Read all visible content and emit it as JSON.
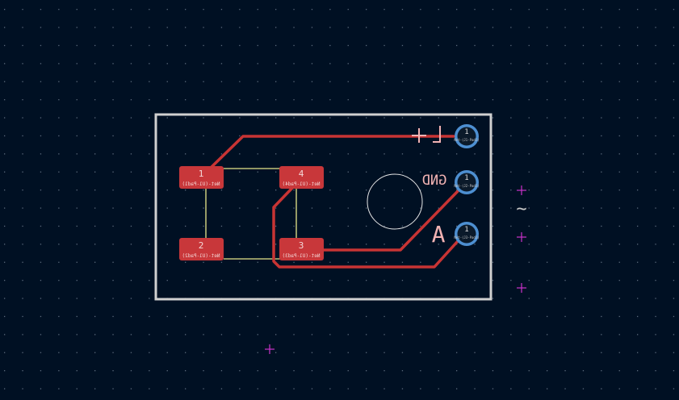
{
  "colors": {
    "background": "#001023",
    "grid_dot": "#5b6a7c",
    "board_outline": "#d0d0d0",
    "pad_fill": "#c8373a",
    "pad_text": "#f4d7d7",
    "track": "#c83434",
    "ratsnest": "#e6e68a",
    "via_ring": "#4d8fd1",
    "via_core": "#0b1a2a",
    "silk_text": "#f2b3b3",
    "anchor": "#cc33cc",
    "courtyard": "#e6e6e6"
  },
  "pads": [
    {
      "number": "1",
      "net": "Net-(U1-Pad1)"
    },
    {
      "number": "4",
      "net": "Net-(U1-Pad4)"
    },
    {
      "number": "2",
      "net": "Net-(U1-Pad2)"
    },
    {
      "number": "3",
      "net": "Net-(U1-Pad3)"
    }
  ],
  "connector_pins": [
    {
      "number": "1",
      "net": "Net-(J1-Pad1)"
    },
    {
      "number": "1",
      "net": "Net-(J2-Pad1)"
    },
    {
      "number": "1",
      "net": "Net-(J3-Pad1)"
    }
  ],
  "silk_labels": {
    "ground": "GND",
    "letter": "A",
    "tilde": "~"
  },
  "icons": {
    "ground": "ground-symbol-icon",
    "anchor": "crosshair-icon"
  }
}
